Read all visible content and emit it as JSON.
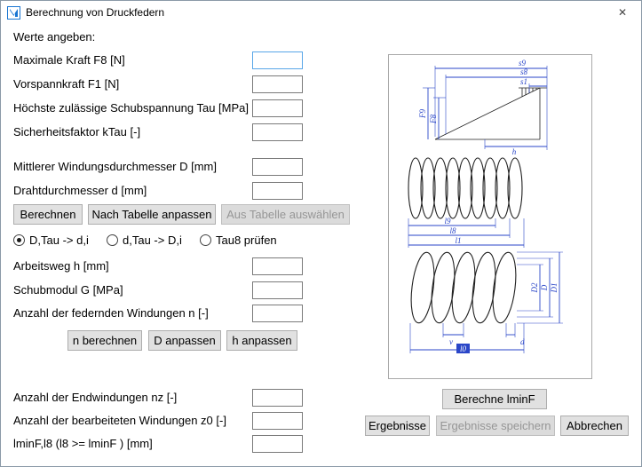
{
  "window": {
    "title": "Berechnung von Druckfedern",
    "close_glyph": "✕"
  },
  "form": {
    "header": "Werte angeben:",
    "fields": {
      "f8": {
        "label": "Maximale Kraft F8 [N]",
        "value": ""
      },
      "f1": {
        "label": "Vorspannkraft F1 [N]",
        "value": ""
      },
      "tau": {
        "label": "Höchste zulässige Schubspannung Tau [MPa]",
        "value": ""
      },
      "ktau": {
        "label": "Sicherheitsfaktor kTau [-]",
        "value": ""
      },
      "D": {
        "label": "Mittlerer Windungsdurchmesser D [mm]",
        "value": ""
      },
      "d": {
        "label": "Drahtdurchmesser d [mm]",
        "value": ""
      },
      "h": {
        "label": "Arbeitsweg h [mm]",
        "value": ""
      },
      "G": {
        "label": "Schubmodul G [MPa]",
        "value": ""
      },
      "n": {
        "label": "Anzahl der federnden Windungen n [-]",
        "value": ""
      },
      "nz": {
        "label": "Anzahl der Endwindungen nz [-]",
        "value": ""
      },
      "z0": {
        "label": "Anzahl der bearbeiteten Windungen z0 [-]",
        "value": ""
      },
      "lminf": {
        "label": "lminF,l8 (l8 >= lminF ) [mm]",
        "value": ""
      }
    },
    "buttons": {
      "berechnen": "Berechnen",
      "nach_tabelle": "Nach Tabelle anpassen",
      "aus_tabelle": "Aus Tabelle auswählen",
      "n_berechnen": "n berechnen",
      "d_anpassen": "D anpassen",
      "h_anpassen": "h anpassen"
    },
    "radios": [
      {
        "label": "D,Tau -> d,i",
        "selected": true
      },
      {
        "label": "d,Tau -> D,i",
        "selected": false
      },
      {
        "label": "Tau8 prüfen",
        "selected": false
      }
    ]
  },
  "drawing": {
    "labels": {
      "s9": "s9",
      "s8": "s8",
      "s1": "s1",
      "F9": "F9",
      "F8": "F8",
      "h": "h",
      "l9": "l9",
      "l8": "l8",
      "l1": "l1",
      "D2": "D2",
      "D": "D",
      "D1": "D1",
      "v": "v",
      "d": "d",
      "l0": "l0"
    }
  },
  "actions": {
    "berechne_lminf": "Berechne lminF",
    "ergebnisse": "Ergebnisse",
    "ergebnisse_speichern": "Ergebnisse speichern",
    "abbrechen": "Abbrechen"
  }
}
